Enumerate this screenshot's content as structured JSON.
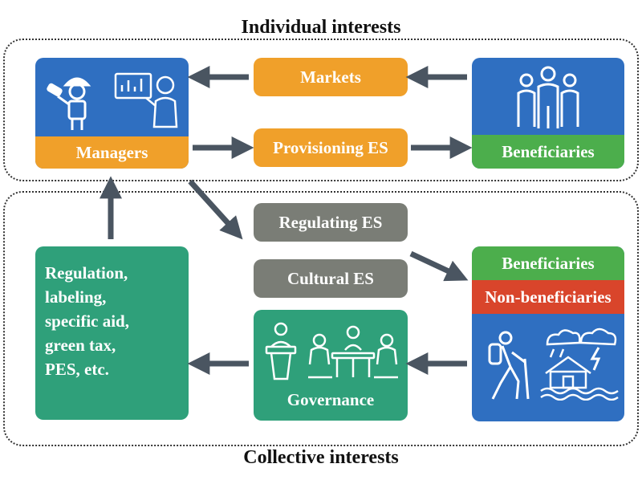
{
  "titles": {
    "individual": "Individual interests",
    "collective": "Collective interests"
  },
  "managers": {
    "label": "Managers",
    "icons": [
      "worker-with-chainsaw-icon",
      "presenter-with-chart-icon"
    ]
  },
  "markets": {
    "label": "Markets"
  },
  "provisioning": {
    "label": "Provisioning ES"
  },
  "beneficiaries_top": {
    "label": "Beneficiaries",
    "icon": "group-of-people-icon"
  },
  "regulating": {
    "label": "Regulating ES"
  },
  "cultural": {
    "label": "Cultural ES"
  },
  "regulation_box": {
    "text": "Regulation,\nlabeling,\nspecific aid,\ngreen tax,\nPES, etc."
  },
  "governance": {
    "label": "Governance",
    "icons": [
      "speaker-at-podium-icon",
      "meeting-table-icon"
    ]
  },
  "beneficiaries_bottom": {
    "beneficiaries_label": "Beneficiaries",
    "non_beneficiaries_label": "Non-beneficiaries",
    "icons": [
      "hiker-icon",
      "flooded-house-storm-icon"
    ]
  },
  "colors": {
    "orange": "#f0a02a",
    "grey": "#7a7d76",
    "blue": "#2f6fc1",
    "green": "#2fa07a",
    "light_green": "#4cae4c",
    "red": "#d9452b",
    "arrow": "#4a5561"
  }
}
